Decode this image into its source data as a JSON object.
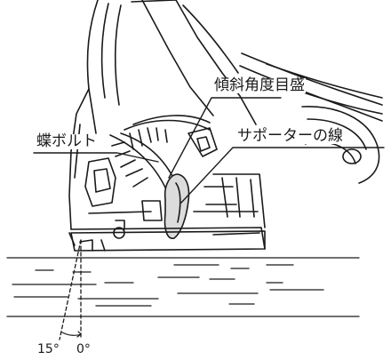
{
  "labels": {
    "bevel_scale": "傾斜角度目盛",
    "wing_bolt": "蝶ボルト",
    "supporter_line": "サポーターの線"
  },
  "angles": {
    "a15": "15°",
    "a0": "0°"
  }
}
